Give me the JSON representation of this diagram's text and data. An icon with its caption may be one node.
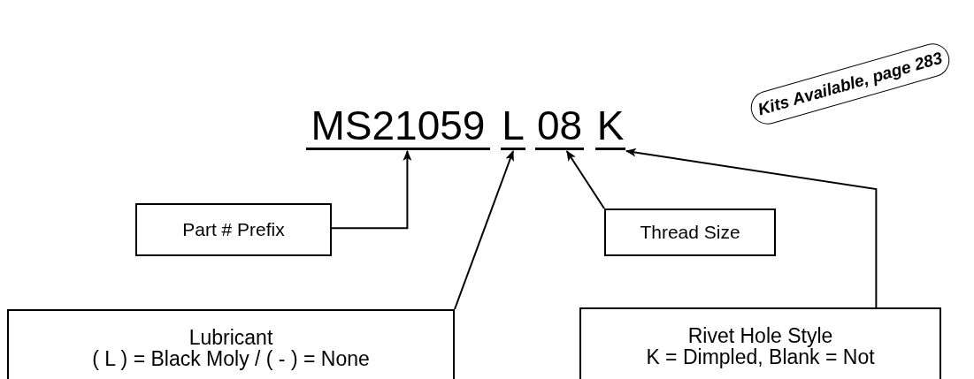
{
  "diagram": {
    "nodes": [
      {
        "text": [
          "MS21059"
        ]
      },
      {
        "text": [
          "L"
        ]
      },
      {
        "text": [
          "08"
        ]
      },
      {
        "text": [
          "K"
        ]
      },
      {
        "text": [
          "Part # Prefix"
        ]
      },
      {
        "text": [
          "Thread Size"
        ]
      },
      {
        "text": [
          "Lubricant",
          "( L ) = Black Moly / ( - ) = None"
        ]
      },
      {
        "text": [
          "Rivet Hole Style",
          "K = Dimpled, Blank = Not"
        ]
      },
      {
        "text": [
          "Kits Available, page 283"
        ]
      }
    ],
    "edges": [
      {
        "from": 4,
        "to": 0,
        "arrow": "to"
      },
      {
        "from": 6,
        "to": 1,
        "arrow": "to"
      },
      {
        "from": 5,
        "to": 2,
        "arrow": "to"
      },
      {
        "from": 7,
        "to": 3,
        "arrow": "to"
      }
    ]
  }
}
